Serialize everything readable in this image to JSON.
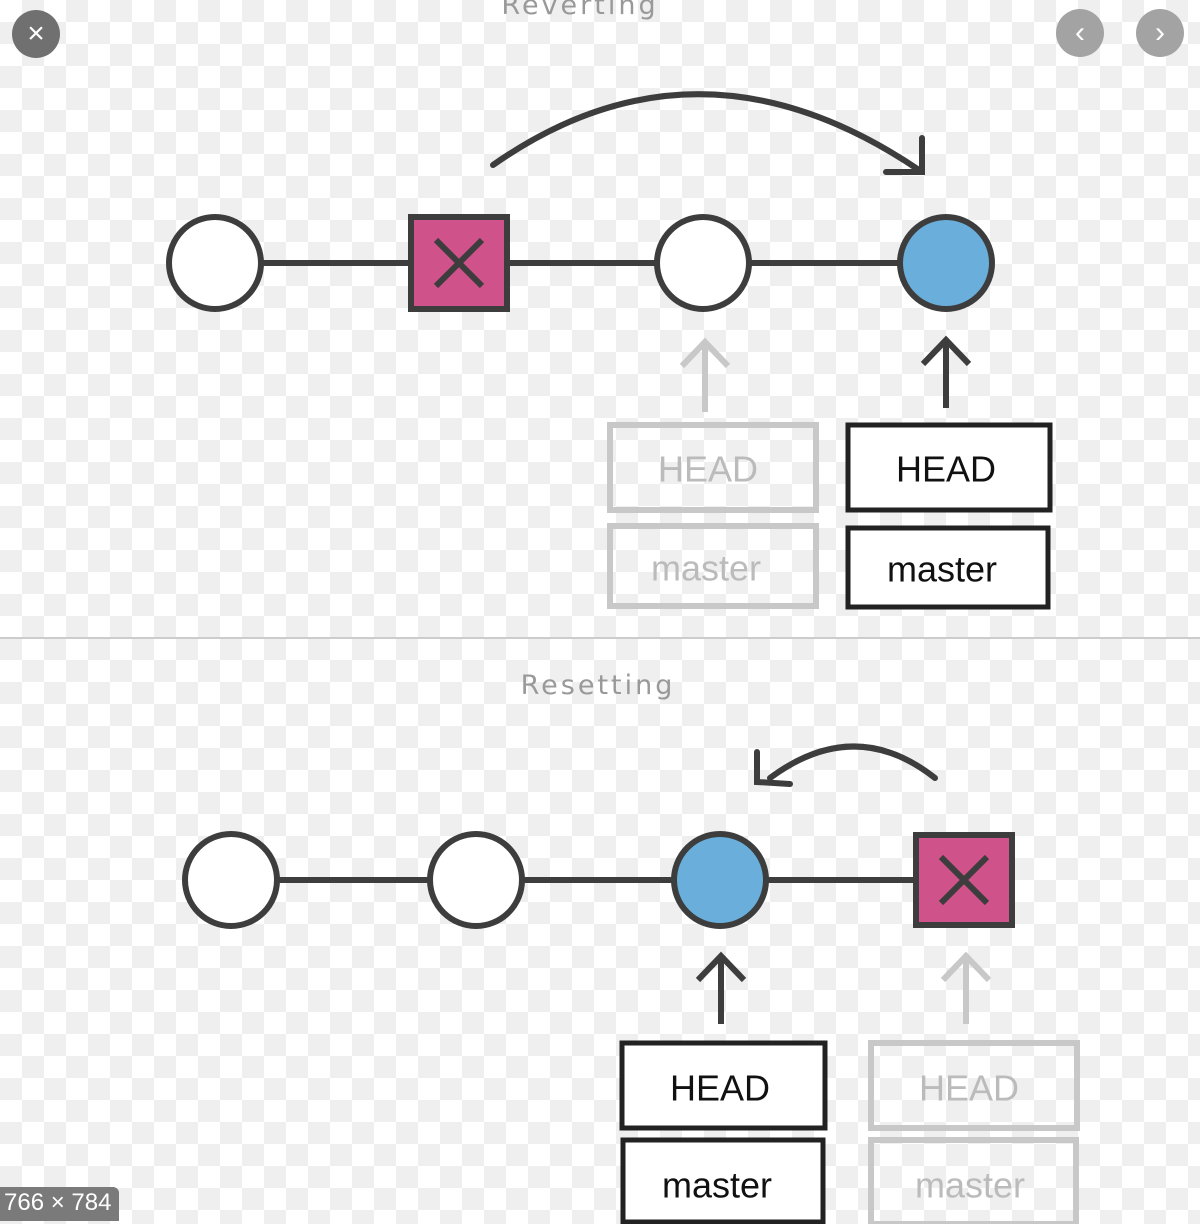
{
  "viewer": {
    "close_icon": "×",
    "prev_icon": "‹",
    "next_icon": "›",
    "image_size": "766 × 784"
  },
  "diagram": {
    "top_title": "Reverting",
    "bottom_title": "Resetting",
    "head_label": "HEAD",
    "master_label": "master",
    "colors": {
      "revert_commit": "#d0528a",
      "head_commit": "#6aaedb",
      "stroke": "#3d3d3d",
      "faded": "#c8c8c8"
    }
  }
}
